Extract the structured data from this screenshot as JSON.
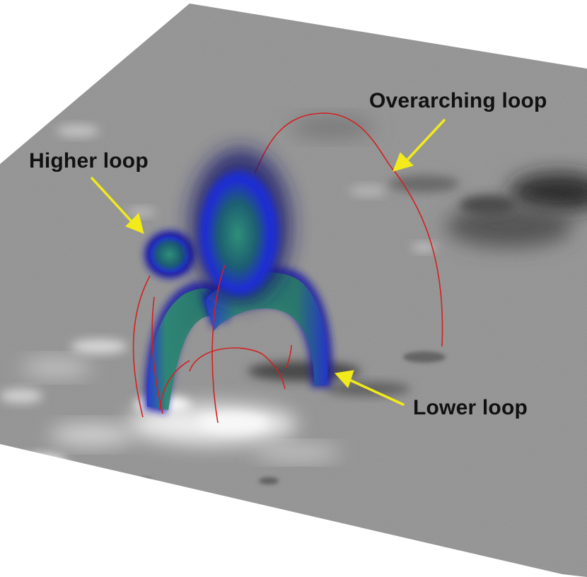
{
  "labels": {
    "overarching": "Overarching loop",
    "higher": "Higher loop",
    "lower": "Lower loop"
  },
  "colors": {
    "arrow": "#f2ea1a",
    "field_line": "#d42020",
    "flux_rope_core": "#1a5e6e",
    "flux_rope_edge": "#1f2fd0",
    "magnetogram_base": "#8f8f8f"
  }
}
